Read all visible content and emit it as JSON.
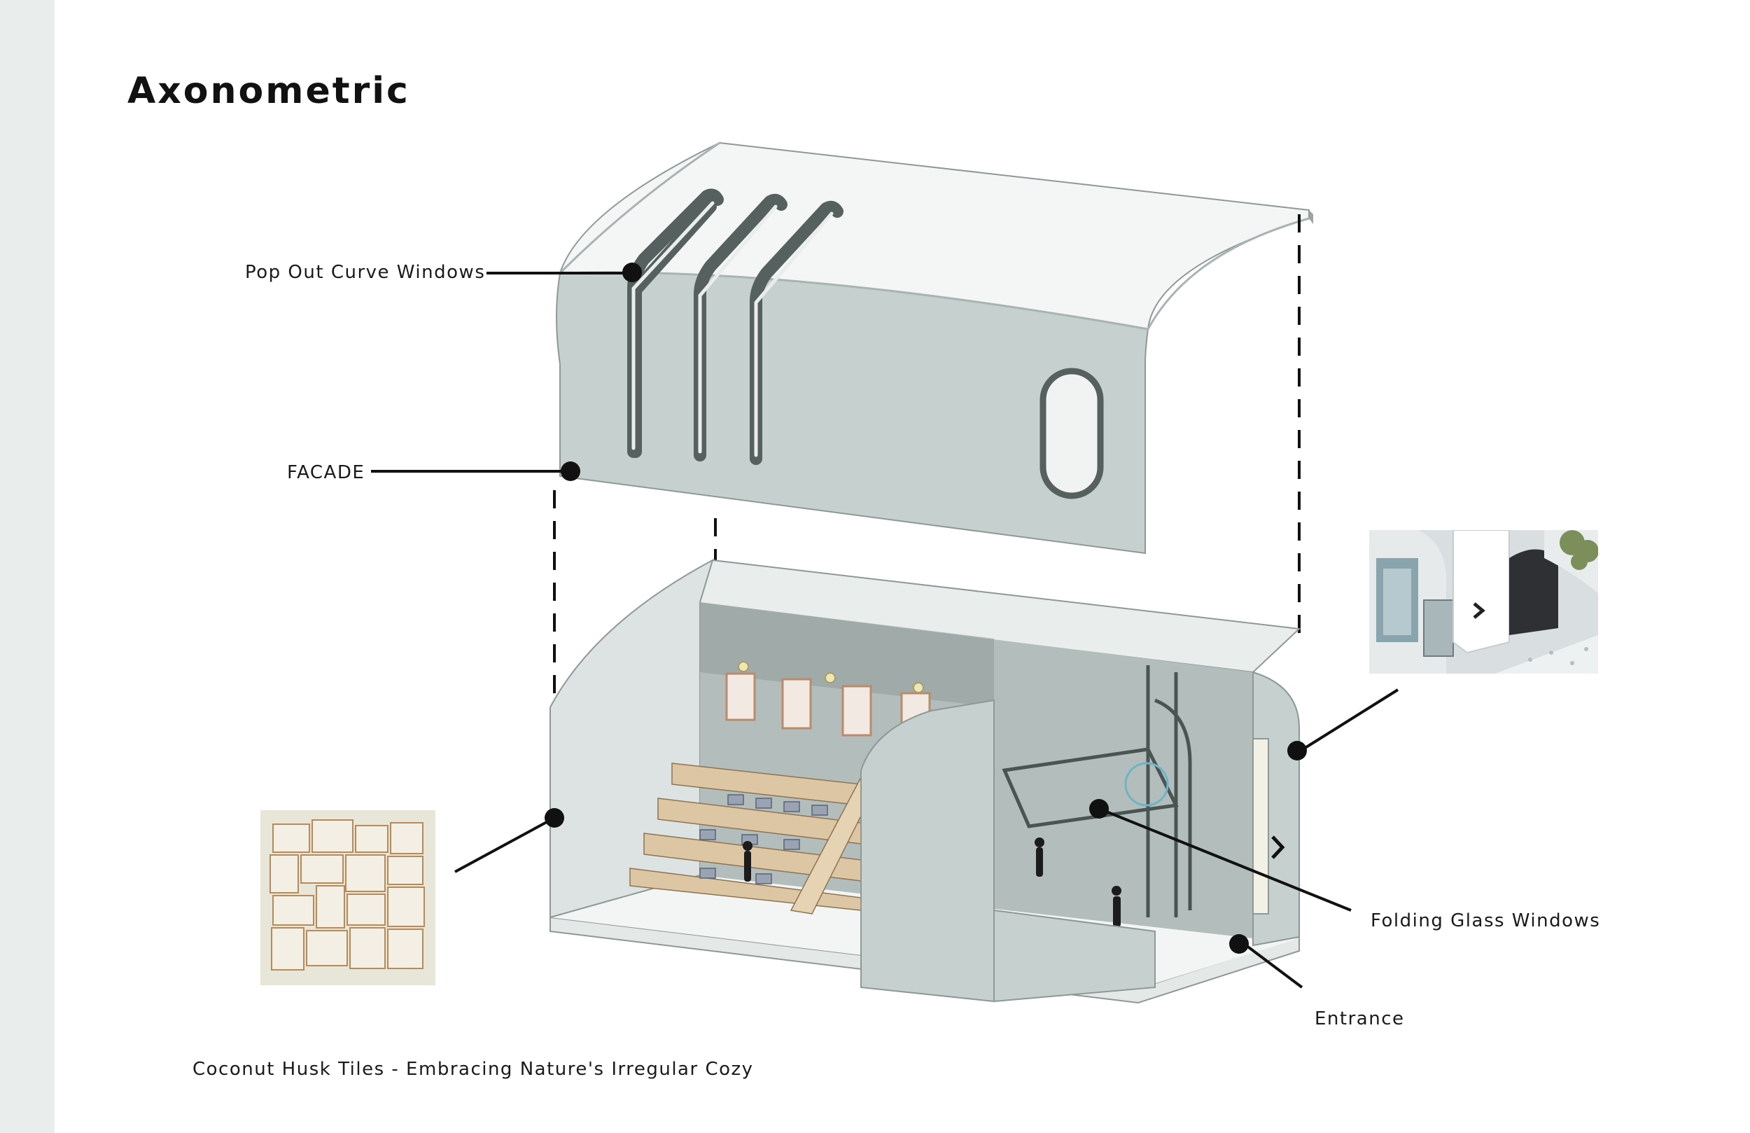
{
  "title": "Axonometric",
  "labels": {
    "pop_out": "Pop Out Curve Windows",
    "facade": "FACADE",
    "folding": "Folding Glass Windows",
    "entrance": "Entrance",
    "coconut": "Coconut Husk Tiles - Embracing Nature's Irregular Cozy"
  },
  "colors": {
    "facade": "#c9d1cf",
    "facade_top": "#f4f6f5",
    "interior_wall": "#aab5b3",
    "floor": "#eef0ef",
    "wood": "#dcc6a4",
    "window_frame": "#56615f",
    "leader": "#111111"
  }
}
